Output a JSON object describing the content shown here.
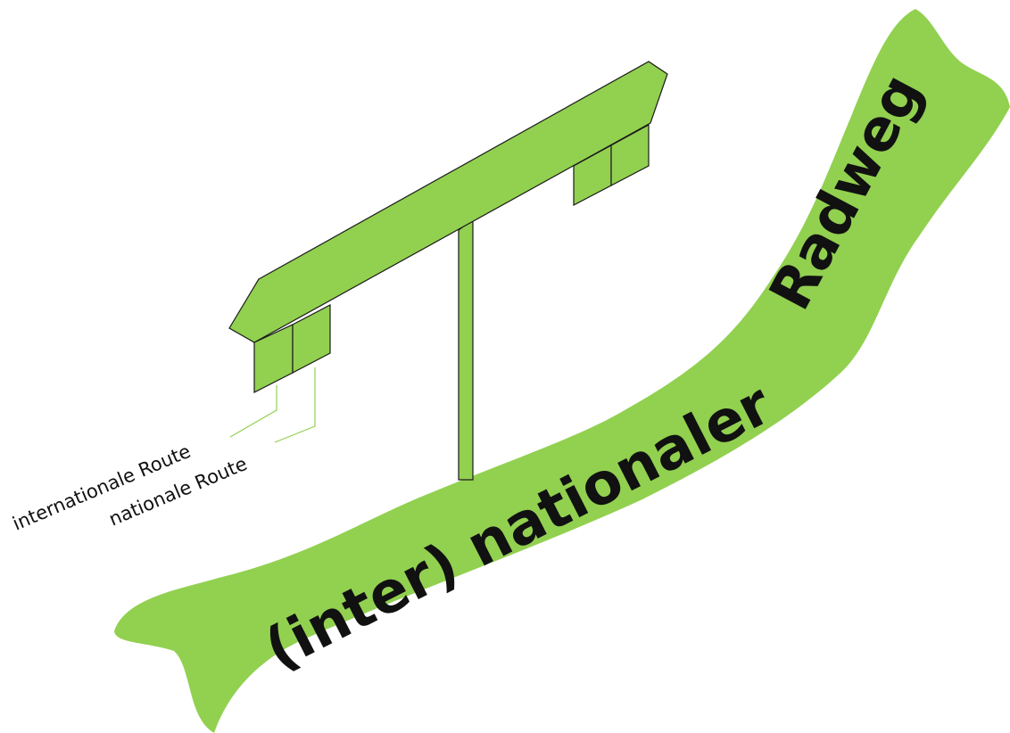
{
  "colors": {
    "green": "#92d050",
    "outline": "#1a1a1a",
    "leader": "#92d050",
    "text": "#111111",
    "background": "#ffffff"
  },
  "road": {
    "label_line1": "Radweg",
    "label_line2": "(inter) nationaler"
  },
  "sign": {
    "label_international": "internationale Route",
    "label_national": "nationale Route"
  }
}
